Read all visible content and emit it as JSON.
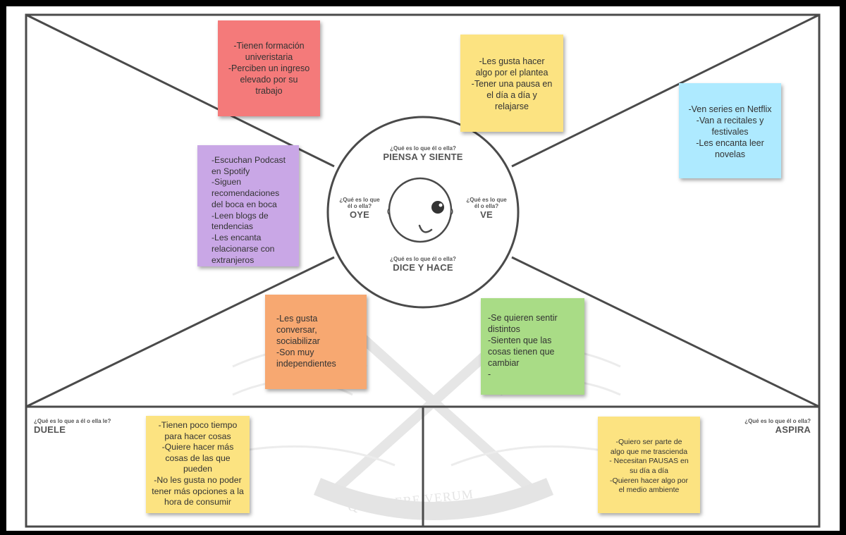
{
  "colors": {
    "red": "#f47a7a",
    "yellow": "#fce381",
    "cyan": "#aeeaff",
    "purple": "#c9a7e6",
    "orange": "#f7a871",
    "green": "#a9dc86",
    "frame": "#4a4a4a"
  },
  "center": {
    "piensa": {
      "question": "¿Qué es lo que él o ella?",
      "title": "PIENSA Y SIENTE"
    },
    "oye": {
      "question_line1": "¿Qué es lo que",
      "question_line2": "él o ella?",
      "title": "OYE"
    },
    "ve": {
      "question_line1": "¿Qué es lo que",
      "question_line2": "él o ella?",
      "title": "VE"
    },
    "dice": {
      "question": "¿Qué es lo que él o ella?",
      "title": "DICE Y HACE"
    }
  },
  "bottom": {
    "duele": {
      "question": "¿Qué es lo que a él o ella le?",
      "title": "DUELE"
    },
    "aspira": {
      "question": "¿Qué es lo que él o ella?",
      "title": "ASPIRA"
    }
  },
  "notes": {
    "red": [
      "-Tienen formación",
      "univeristaria",
      "-Perciben un ingreso",
      "elevado por su",
      "trabajo"
    ],
    "yellow_top": [
      "-Les gusta hacer",
      "algo por el plantea",
      "-Tener una pausa en",
      "el día a día y",
      "relajarse"
    ],
    "cyan": [
      "-Ven series en Netflix",
      "-Van a recitales y",
      "festivales",
      "-Les encanta leer",
      "novelas"
    ],
    "purple": [
      "-Escuchan Podcast",
      "en Spotify",
      "-Siguen",
      "recomendaciones",
      "del boca en boca",
      "-Leen blogs de",
      "tendencias",
      "-Les encanta",
      "relacionarse  con",
      "extranjeros"
    ],
    "orange": [
      "-Les gusta",
      "conversar,",
      "sociabilizar",
      "-Son muy",
      "independientes"
    ],
    "green": [
      "-Se quieren sentir",
      "distintos",
      "-Sienten que las",
      "cosas tienen que",
      "cambiar",
      "-"
    ],
    "yellow_left": [
      "-Tienen poco  tiempo",
      "para hacer cosas",
      "-Quiere hacer más",
      "cosas de las que",
      "pueden",
      "-No les gusta no poder",
      "tener más opciones a la",
      "hora de consumir"
    ],
    "yellow_right": [
      "-Quiero ser parte de",
      "algo que me trascienda",
      "- Necesitan PAUSAS en",
      "su día a día",
      "-Quieren hacer algo por",
      "el medio ambiente"
    ]
  },
  "watermark": {
    "motto": "QUAERERE VERUM"
  }
}
